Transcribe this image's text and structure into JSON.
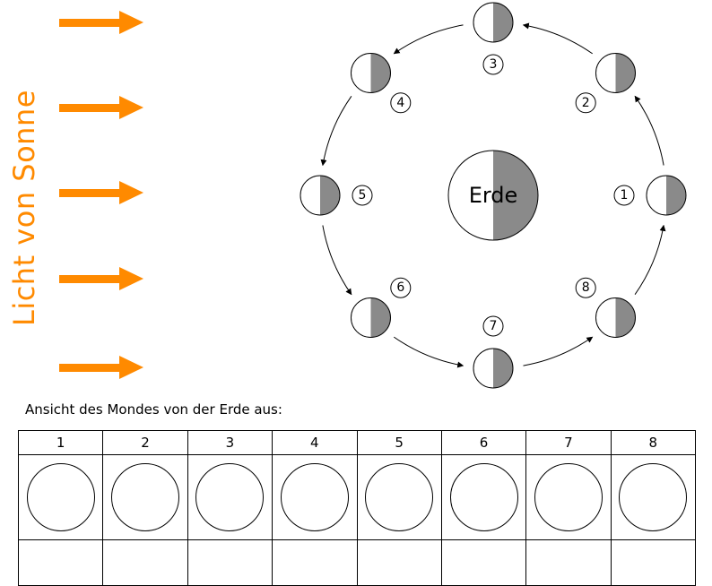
{
  "sun": {
    "label": "Licht von Sonne",
    "color": "#ff8a00",
    "ray_count": 5,
    "direction": "from-left"
  },
  "diagram": {
    "earth_label": "Erde",
    "shade_color": "#8a8a8a",
    "orbit_direction": "counterclockwise",
    "phase_note": "right half of each body shaded, sunlight coming from the left",
    "moons": [
      {
        "num": "1",
        "angle": 0,
        "position": "right"
      },
      {
        "num": "2",
        "angle": 45,
        "position": "upper-right"
      },
      {
        "num": "3",
        "angle": 90,
        "position": "top"
      },
      {
        "num": "4",
        "angle": 135,
        "position": "upper-left"
      },
      {
        "num": "5",
        "angle": 180,
        "position": "left"
      },
      {
        "num": "6",
        "angle": 225,
        "position": "lower-left"
      },
      {
        "num": "7",
        "angle": 270,
        "position": "bottom"
      },
      {
        "num": "8",
        "angle": 315,
        "position": "lower-right"
      }
    ]
  },
  "table": {
    "caption": "Ansicht des Mondes von der Erde aus:",
    "headers": [
      "1",
      "2",
      "3",
      "4",
      "5",
      "6",
      "7",
      "8"
    ],
    "answer_circle_count": 8
  }
}
